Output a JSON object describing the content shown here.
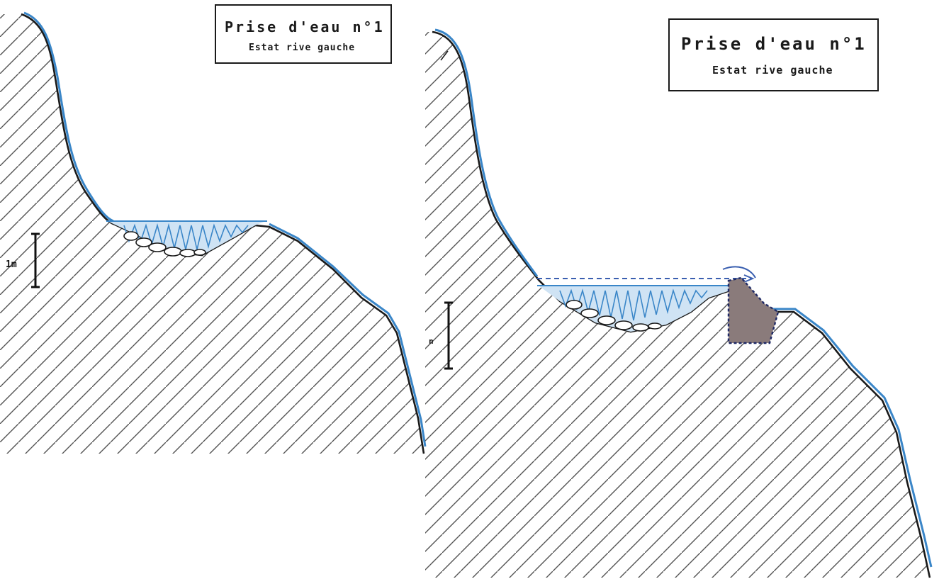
{
  "panel_left": {
    "title": "Prise d'eau n°1",
    "subtitle": "Estat rive gauche",
    "scale_label": "1m"
  },
  "panel_right": {
    "title": "Prise d'eau n°1",
    "subtitle": "Estat rive gauche",
    "scale_label": "n"
  },
  "colors": {
    "terrain_line": "#1a1a1a",
    "water": "#3a86c8",
    "hatch": "#555555",
    "weir_fill": "#8a7b7b",
    "weir_border": "#1f2a66"
  }
}
